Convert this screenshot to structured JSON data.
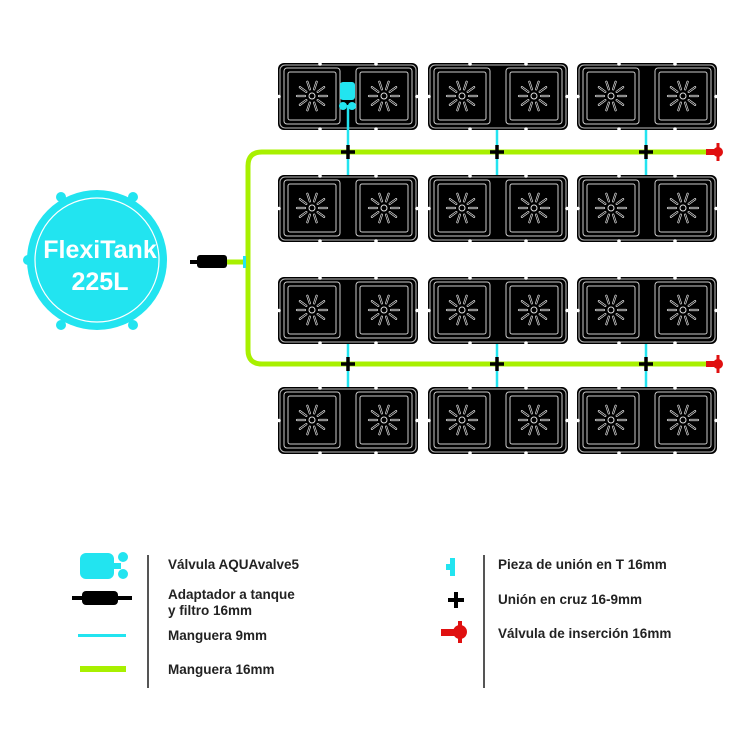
{
  "tank": {
    "name": "FlexiTank",
    "volume": "225L"
  },
  "layout": {
    "rows": 4,
    "columns": 3,
    "pots_per_tray": 2
  },
  "colors": {
    "cyan": "#22e4f0",
    "green": "#a8f000",
    "red": "#e01010",
    "tray": "#000000"
  },
  "legend_left": [
    {
      "icon": "aquavalve-icon",
      "label": "Válvula AQUAvalve5"
    },
    {
      "icon": "tank-adapter-filter-icon",
      "label": "Adaptador a tanque\ny filtro 16mm"
    },
    {
      "icon": "hose-9mm-icon",
      "label": "Manguera 9mm"
    },
    {
      "icon": "hose-16mm-icon",
      "label": "Manguera 16mm"
    }
  ],
  "legend_right": [
    {
      "icon": "t-piece-icon",
      "label": "Pieza de unión en T 16mm"
    },
    {
      "icon": "cross-connector-icon",
      "label": "Unión en cruz 16-9mm"
    },
    {
      "icon": "insertion-valve-icon",
      "label": "Válvula de inserción 16mm"
    }
  ]
}
